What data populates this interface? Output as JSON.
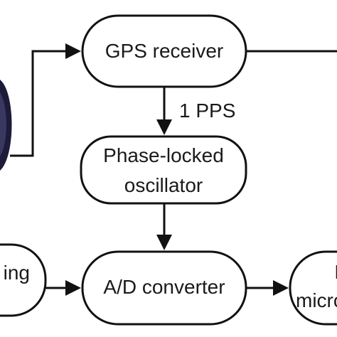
{
  "diagram": {
    "nodes": {
      "gps_receiver": {
        "label": "GPS receiver"
      },
      "pll": {
        "line1": "Phase-locked",
        "line2": "oscillator"
      },
      "ad_converter": {
        "label": "A/D converter"
      },
      "left_partial": {
        "label": "ing"
      },
      "right_partial": {
        "line1": "I",
        "line2": "micro"
      }
    },
    "edges": {
      "pps": {
        "label": "1 PPS"
      }
    }
  }
}
